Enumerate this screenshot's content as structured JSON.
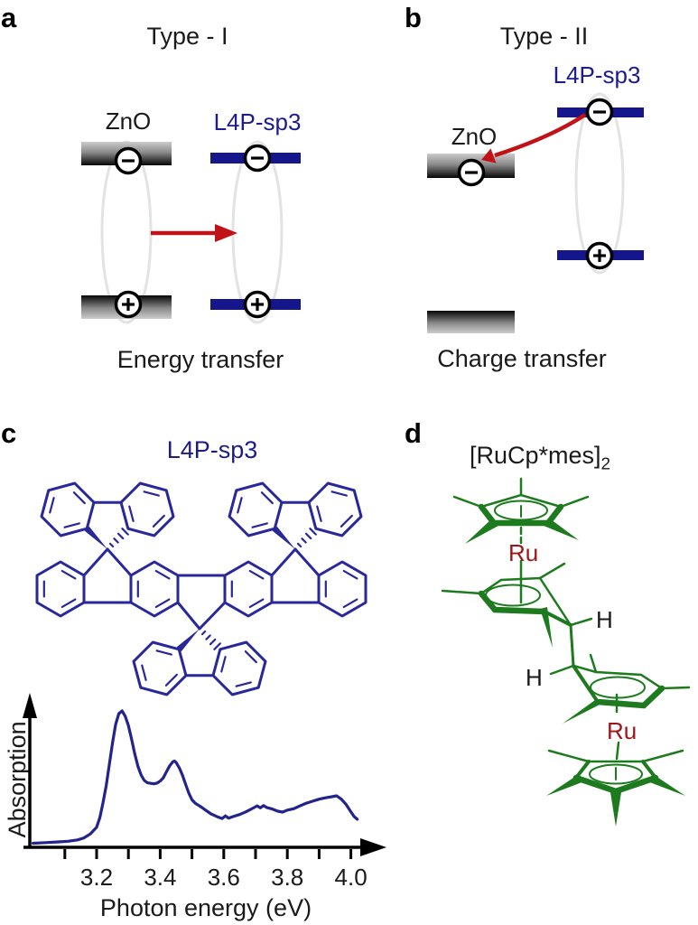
{
  "panels": {
    "a": {
      "letter": "a",
      "title": "Type - I",
      "zno_label": "ZnO",
      "molecule_label": "L4P-sp3",
      "caption": "Energy transfer",
      "electron_symbol": "−",
      "hole_symbol": "+"
    },
    "b": {
      "letter": "b",
      "title": "Type - II",
      "zno_label": "ZnO",
      "molecule_label": "L4P-sp3",
      "caption": "Charge transfer",
      "electron_symbol": "−",
      "hole_symbol": "+"
    },
    "c": {
      "letter": "c",
      "title": "L4P-sp3"
    },
    "d": {
      "letter": "d",
      "title_main": "[RuCp*mes]",
      "title_sub": "2",
      "ru_label": "Ru",
      "h_label": "H"
    }
  },
  "colors": {
    "navy_bar": "#15158c",
    "navy_text": "#1b1b8e",
    "molecule_blue": "#28289b",
    "arrow_red": "#c01318",
    "green": "#1e7a1e",
    "ru_red": "#a01518",
    "ellipse_gray": "#e3e3e3",
    "curve_navy": "#23238d"
  },
  "chart_data": {
    "type": "line",
    "title": "L4P-sp3 absorption spectrum",
    "xlabel": "Photon energy (eV)",
    "ylabel": "Absorption",
    "xlim": [
      3.0,
      4.05
    ],
    "ylim": [
      0,
      1.05
    ],
    "grid": false,
    "legend": "none",
    "x_ticks_labeled": [
      3.2,
      3.4,
      3.6,
      3.8,
      4.0
    ],
    "x_ticks_minor": [
      3.1,
      3.3,
      3.5,
      3.7,
      3.9
    ],
    "series": [
      {
        "name": "absorption",
        "color": "#23238d",
        "points": [
          [
            3.0,
            0.01
          ],
          [
            3.04,
            0.015
          ],
          [
            3.08,
            0.02
          ],
          [
            3.11,
            0.025
          ],
          [
            3.14,
            0.035
          ],
          [
            3.16,
            0.05
          ],
          [
            3.18,
            0.08
          ],
          [
            3.2,
            0.13
          ],
          [
            3.21,
            0.2
          ],
          [
            3.22,
            0.31
          ],
          [
            3.23,
            0.44
          ],
          [
            3.24,
            0.6
          ],
          [
            3.25,
            0.76
          ],
          [
            3.26,
            0.9
          ],
          [
            3.27,
            0.98
          ],
          [
            3.28,
            1.0
          ],
          [
            3.29,
            0.96
          ],
          [
            3.3,
            0.89
          ],
          [
            3.31,
            0.79
          ],
          [
            3.32,
            0.68
          ],
          [
            3.33,
            0.585
          ],
          [
            3.34,
            0.52
          ],
          [
            3.35,
            0.48
          ],
          [
            3.36,
            0.462
          ],
          [
            3.38,
            0.455
          ],
          [
            3.39,
            0.46
          ],
          [
            3.4,
            0.475
          ],
          [
            3.41,
            0.5
          ],
          [
            3.42,
            0.545
          ],
          [
            3.43,
            0.59
          ],
          [
            3.44,
            0.62
          ],
          [
            3.445,
            0.625
          ],
          [
            3.45,
            0.615
          ],
          [
            3.46,
            0.575
          ],
          [
            3.47,
            0.52
          ],
          [
            3.48,
            0.45
          ],
          [
            3.49,
            0.385
          ],
          [
            3.5,
            0.335
          ],
          [
            3.51,
            0.31
          ],
          [
            3.52,
            0.295
          ],
          [
            3.53,
            0.28
          ],
          [
            3.54,
            0.262
          ],
          [
            3.56,
            0.23
          ],
          [
            3.58,
            0.208
          ],
          [
            3.595,
            0.195
          ],
          [
            3.605,
            0.215
          ],
          [
            3.615,
            0.198
          ],
          [
            3.63,
            0.21
          ],
          [
            3.65,
            0.225
          ],
          [
            3.67,
            0.245
          ],
          [
            3.69,
            0.27
          ],
          [
            3.705,
            0.29
          ],
          [
            3.715,
            0.275
          ],
          [
            3.725,
            0.292
          ],
          [
            3.735,
            0.278
          ],
          [
            3.75,
            0.268
          ],
          [
            3.77,
            0.25
          ],
          [
            3.785,
            0.243
          ],
          [
            3.8,
            0.258
          ],
          [
            3.82,
            0.268
          ],
          [
            3.84,
            0.29
          ],
          [
            3.86,
            0.31
          ],
          [
            3.88,
            0.325
          ],
          [
            3.9,
            0.34
          ],
          [
            3.92,
            0.35
          ],
          [
            3.94,
            0.358
          ],
          [
            3.955,
            0.365
          ],
          [
            3.97,
            0.34
          ],
          [
            3.985,
            0.3
          ],
          [
            4.0,
            0.245
          ],
          [
            4.01,
            0.21
          ],
          [
            4.02,
            0.19
          ]
        ]
      }
    ]
  }
}
